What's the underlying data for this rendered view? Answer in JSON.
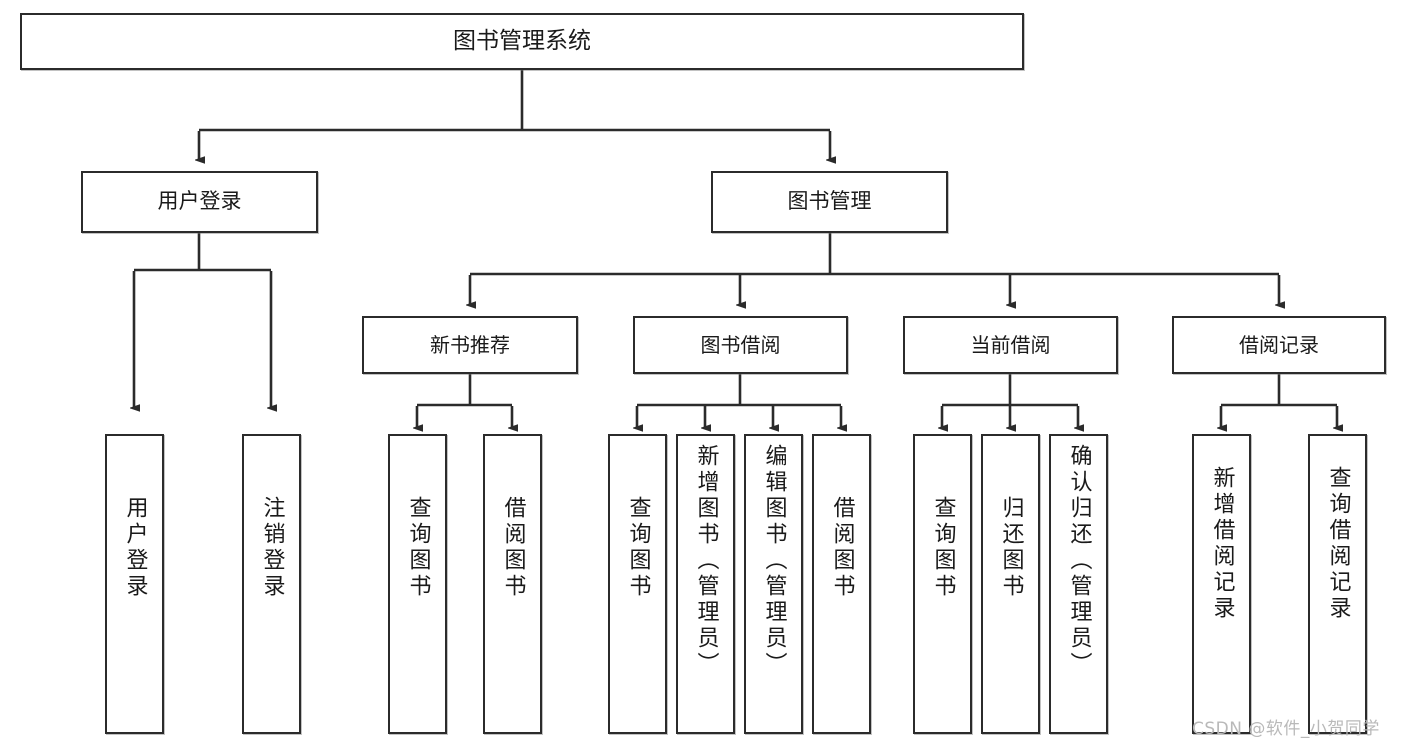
{
  "diagram": {
    "title": "图书管理系统",
    "type": "tree-hierarchy-chart",
    "root": {
      "id": "root",
      "label": "图书管理系统"
    },
    "level2": [
      {
        "id": "user-login",
        "label": "用户登录"
      },
      {
        "id": "book-manage",
        "label": "图书管理"
      }
    ],
    "level3": [
      {
        "id": "new-book-recommend",
        "label": "新书推荐",
        "parent": "book-manage"
      },
      {
        "id": "book-borrow",
        "label": "图书借阅",
        "parent": "book-manage"
      },
      {
        "id": "current-borrow",
        "label": "当前借阅",
        "parent": "book-manage"
      },
      {
        "id": "borrow-record",
        "label": "借阅记录",
        "parent": "book-manage"
      }
    ],
    "leaves": [
      {
        "id": "leaf-user-login",
        "label": "用户登录",
        "parent": "user-login"
      },
      {
        "id": "leaf-logout-login",
        "label": "注销登录",
        "parent": "user-login"
      },
      {
        "id": "leaf-query-book-1",
        "label": "查询图书",
        "parent": "new-book-recommend"
      },
      {
        "id": "leaf-borrow-book-1",
        "label": "借阅图书",
        "parent": "new-book-recommend"
      },
      {
        "id": "leaf-query-book-2",
        "label": "查询图书",
        "parent": "book-borrow"
      },
      {
        "id": "leaf-add-book",
        "label": "新增图书（管理员）",
        "parent": "book-borrow"
      },
      {
        "id": "leaf-edit-book",
        "label": "编辑图书（管理员）",
        "parent": "book-borrow"
      },
      {
        "id": "leaf-borrow-book-2",
        "label": "借阅图书",
        "parent": "book-borrow"
      },
      {
        "id": "leaf-query-book-3",
        "label": "查询图书",
        "parent": "current-borrow"
      },
      {
        "id": "leaf-return-book",
        "label": "归还图书",
        "parent": "current-borrow"
      },
      {
        "id": "leaf-confirm-return",
        "label": "确认归还（管理员）",
        "parent": "current-borrow"
      },
      {
        "id": "leaf-add-record",
        "label": "新增借阅记录",
        "parent": "borrow-record"
      },
      {
        "id": "leaf-query-record",
        "label": "查询借阅记录",
        "parent": "borrow-record"
      }
    ],
    "watermark": "CSDN @软件_小贺同学",
    "colors": {
      "stroke": "#2b2b2b",
      "fill": "#ffffff",
      "text": "#1a1a1a",
      "watermark": "#b9b9b9"
    }
  }
}
